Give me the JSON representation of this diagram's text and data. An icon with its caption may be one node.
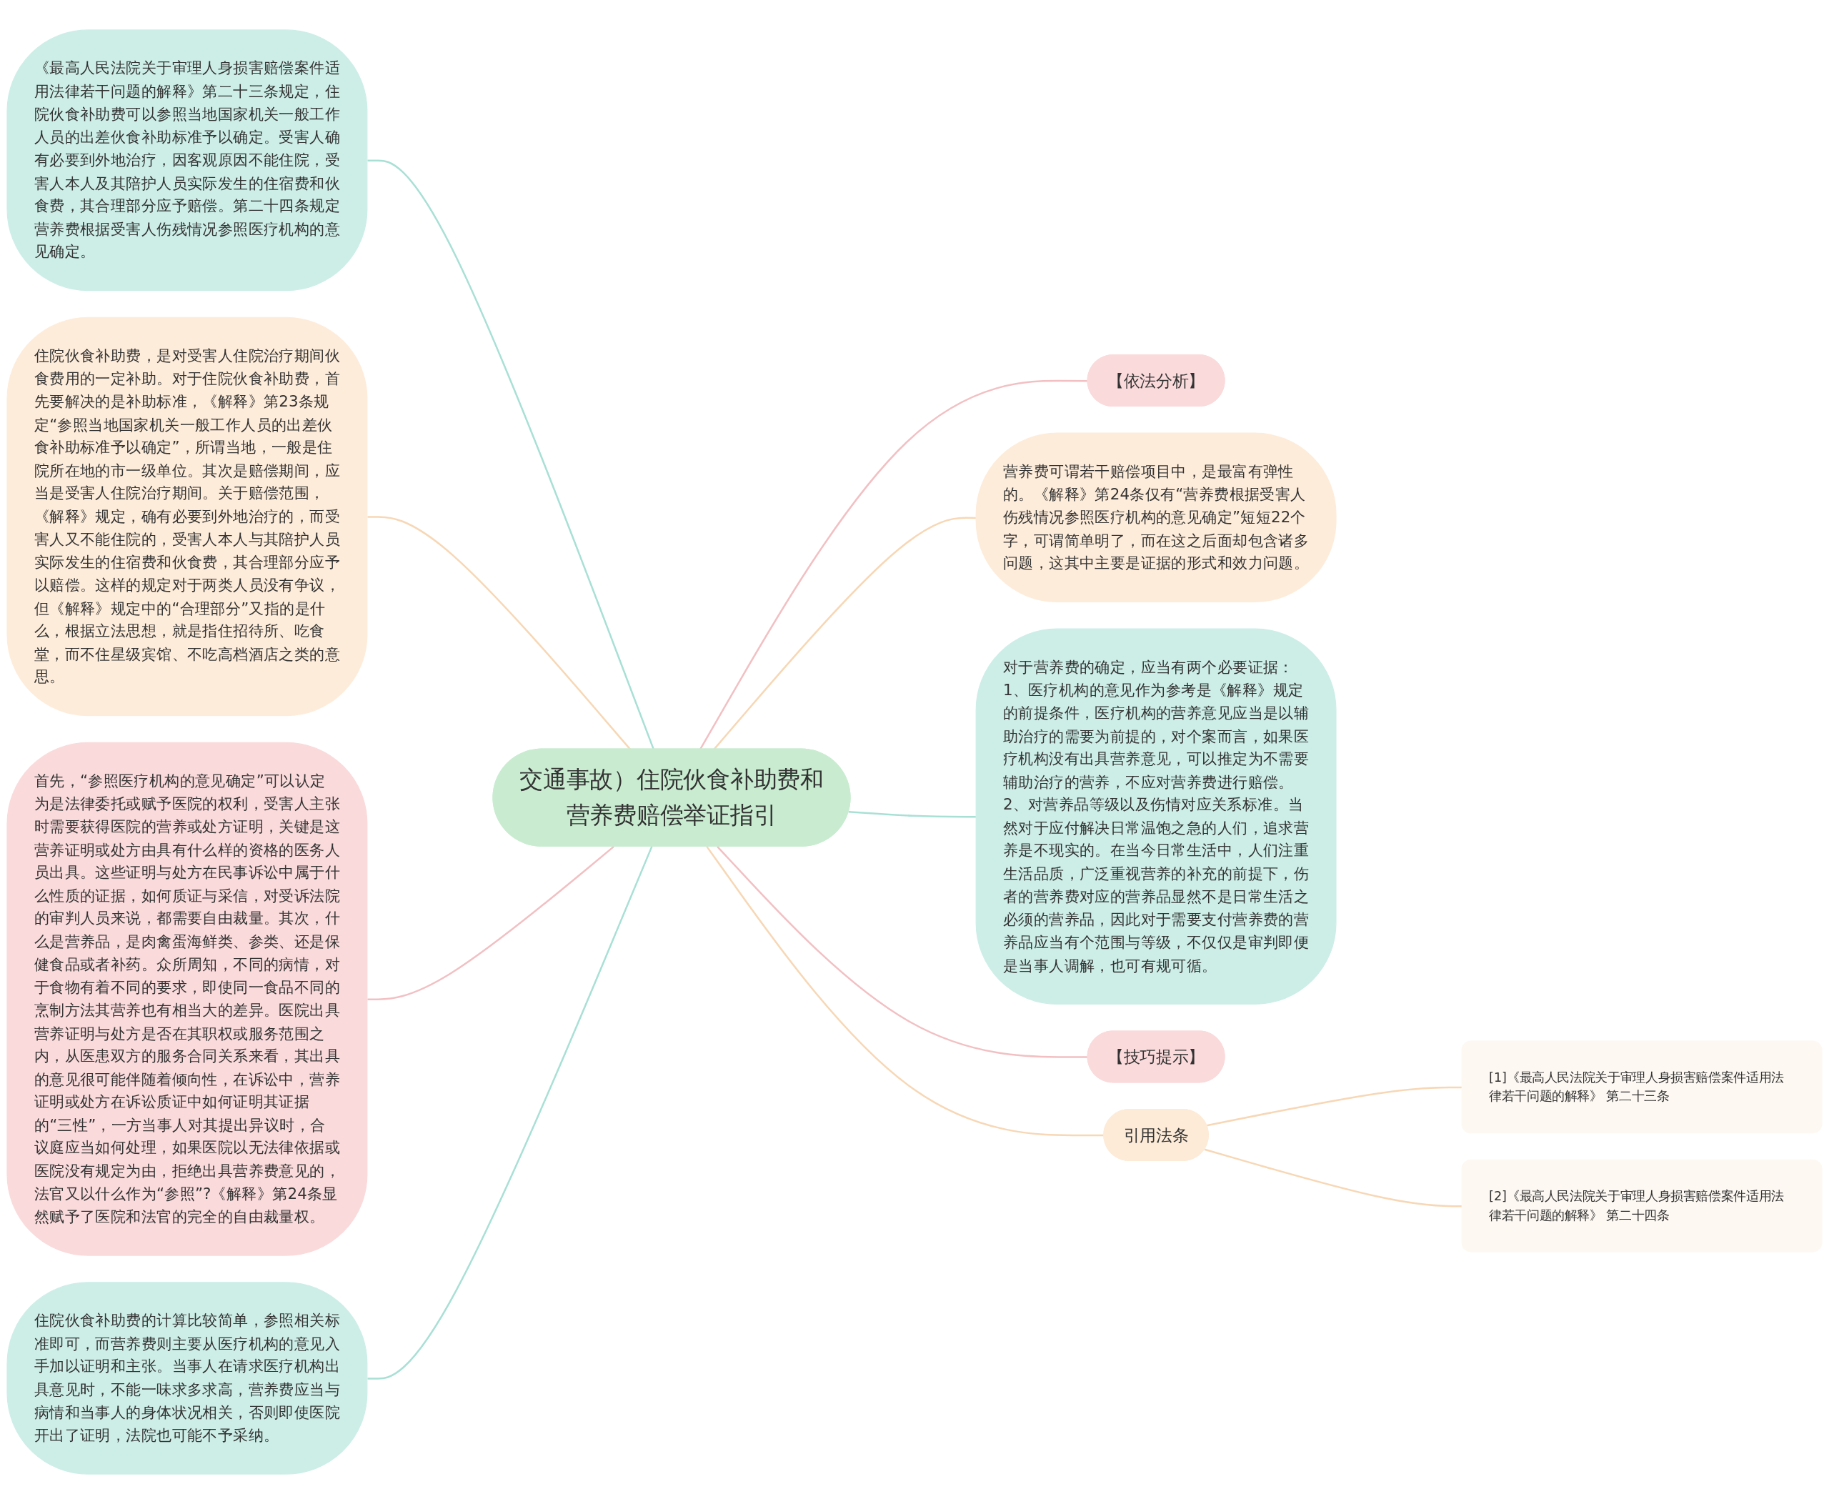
{
  "diagram": {
    "nodes": [
      {
        "text": [
          "交通事故）住院伙食补助费和营养费赔偿举证指引"
        ]
      },
      {
        "text": [
          "《最高人民法院关于审理人身损害赔偿案件适用法律若干问题的解释》第二十三条规定，住院伙食补助费可以参照当地国家机关一般工作人员的出差伙食补助标准予以确定。受害人确有必要到外地治疗，因客观原因不能住院，受害人本人及其陪护人员实际发生的住宿费和伙食费，其合理部分应予赔偿。第二十四条规定营养费根据受害人伤残情况参照医疗机构的意见确定。"
        ]
      },
      {
        "text": [
          "住院伙食补助费，是对受害人住院治疗期间伙食费用的一定补助。对于住院伙食补助费，首先要解决的是补助标准，《解释》第23条规定“参照当地国家机关一般工作人员的出差伙食补助标准予以确定”，所谓当地，一般是住院所在地的市一级单位。其次是赔偿期间，应当是受害人住院治疗期间。关于赔偿范围，《解释》规定，确有必要到外地治疗的，而受害人又不能住院的，受害人本人与其陪护人员实际发生的住宿费和伙食费，其合理部分应予以赔偿。这样的规定对于两类人员没有争议，但《解释》规定中的“合理部分”又指的是什么，根据立法思想，就是指住招待所、吃食堂，而不住星级宾馆、不吃高档酒店之类的意思。"
        ]
      },
      {
        "text": [
          "首先，“参照医疗机构的意见确定”可以认定为是法律委托或赋予医院的权利，受害人主张时需要获得医院的营养或处方证明，关键是这营养证明或处方由具有什么样的资格的医务人员出具。这些证明与处方在民事诉讼中属于什么性质的证据，如何质证与采信，对受诉法院的审判人员来说，都需要自由裁量。其次，什么是营养品，是肉禽蛋海鲜类、参类、还是保健食品或者补药。众所周知，不同的病情，对于食物有着不同的要求，即使同一食品不同的烹制方法其营养也有相当大的差异。医院出具营养证明与处方是否在其职权或服务范围之内，从医患双方的服务合同关系来看，其出具的意见很可能伴随着倾向性，在诉讼中，营养证明或处方在诉讼质证中如何证明其证据的“三性”，一方当事人对其提出异议时，合议庭应当如何处理，如果医院以无法律依据或医院没有规定为由，拒绝出具营养费意见的，法官又以什么作为“参照”?《解释》第24条显然赋予了医院和法官的完全的自由裁量权。"
        ]
      },
      {
        "text": [
          "住院伙食补助费的计算比较简单，参照相关标准即可，而营养费则主要从医疗机构的意见入手加以证明和主张。当事人在请求医疗机构出具意见时，不能一味求多求高，营养费应当与病情和当事人的身体状况相关，否则即使医院开出了证明，法院也可能不予采纳。"
        ]
      },
      {
        "text": [
          "【依法分析】"
        ]
      },
      {
        "text": [
          "营养费可谓若干赔偿项目中，是最富有弹性的。《解释》第24条仅有“营养费根据受害人伤残情况参照医疗机构的意见确定”短短22个字，可谓简单明了，而在这之后面却包含诸多问题，这其中主要是证据的形式和效力问题。"
        ]
      },
      {
        "text": [
          "对于营养费的确定，应当有两个必要证据：1、医疗机构的意见作为参考是《解释》规定的前提条件，医疗机构的营养意见应当是以辅助治疗的需要为前提的，对个案而言，如果医疗机构没有出具营养意见，可以推定为不需要辅助治疗的营养，不应对营养费进行赔偿。2、对营养品等级以及伤情对应关系标准。当然对于应付解决日常温饱之急的人们，追求营养是不现实的。在当今日常生活中，人们注重生活品质，广泛重视营养的补充的前提下，伤者的营养费对应的营养品显然不是日常生活之必须的营养品，因此对于需要支付营养费的营养品应当有个范围与等级，不仅仅是审判即便是当事人调解，也可有规可循。"
        ]
      },
      {
        "text": [
          "【技巧提示】"
        ]
      },
      {
        "text": [
          "引用法条"
        ]
      },
      {
        "text": [
          "[1]《最高人民法院关于审理人身损害赔偿案件适用法律若干问题的解释》 第二十三条"
        ]
      },
      {
        "text": [
          "[2]《最高人民法院关于审理人身损害赔偿案件适用法律若干问题的解释》 第二十四条"
        ]
      }
    ],
    "edges": [
      {
        "from": 0,
        "to": 1,
        "arrow": "none",
        "color": "#a9e0d6"
      },
      {
        "from": 0,
        "to": 2,
        "arrow": "none"
      },
      {
        "from": 0,
        "to": 3,
        "arrow": "none",
        "color": "#f2c0c3"
      },
      {
        "from": 0,
        "to": 4,
        "arrow": "none",
        "color": "#a9e0d6"
      },
      {
        "from": 0,
        "to": 5,
        "arrow": "none",
        "color": "#f2c0c3"
      },
      {
        "from": 0,
        "to": 6,
        "arrow": "none"
      },
      {
        "from": 0,
        "to": 7,
        "arrow": "none",
        "color": "#a9e0d6"
      },
      {
        "from": 0,
        "to": 8,
        "arrow": "none",
        "color": "#f2c0c3"
      },
      {
        "from": 0,
        "to": 9,
        "arrow": "none"
      },
      {
        "from": 9,
        "to": 10,
        "arrow": "none"
      },
      {
        "from": 9,
        "to": 11,
        "arrow": "none"
      }
    ]
  }
}
